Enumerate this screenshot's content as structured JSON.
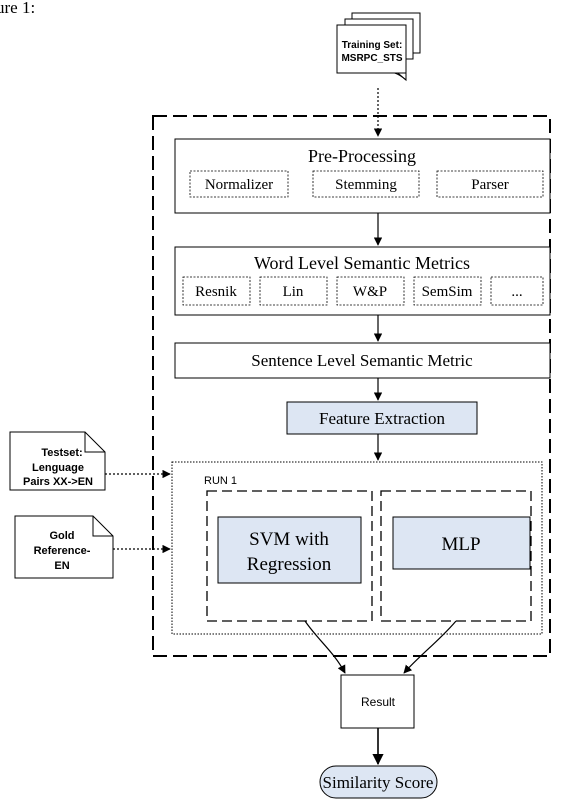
{
  "page_header": "ure 1:",
  "training_set": {
    "line1": "Training Set:",
    "line2": "MSRPC_STS"
  },
  "preprocessing": {
    "title": "Pre-Processing",
    "steps": [
      "Normalizer",
      "Stemming",
      "Parser"
    ]
  },
  "word_metrics": {
    "title": "Word Level Semantic Metrics",
    "metrics": [
      "Resnik",
      "Lin",
      "W&P",
      "SemSim",
      "..."
    ]
  },
  "sentence_metric": "Sentence Level Semantic Metric",
  "feature_extraction": "Feature Extraction",
  "testset": {
    "line1": "Testset:",
    "line2": "Lenguage",
    "line3": "Pairs XX->EN"
  },
  "gold": {
    "line1": "Gold",
    "line2": "Reference-",
    "line3": "EN"
  },
  "run_label": "RUN 1",
  "svm": {
    "line1": "SVM with",
    "line2": "Regression"
  },
  "mlp": "MLP",
  "result": "Result",
  "similarity_score": "Similarity Score",
  "colors": {
    "accent_fill": "#dde6f3",
    "stroke": "#000000"
  }
}
